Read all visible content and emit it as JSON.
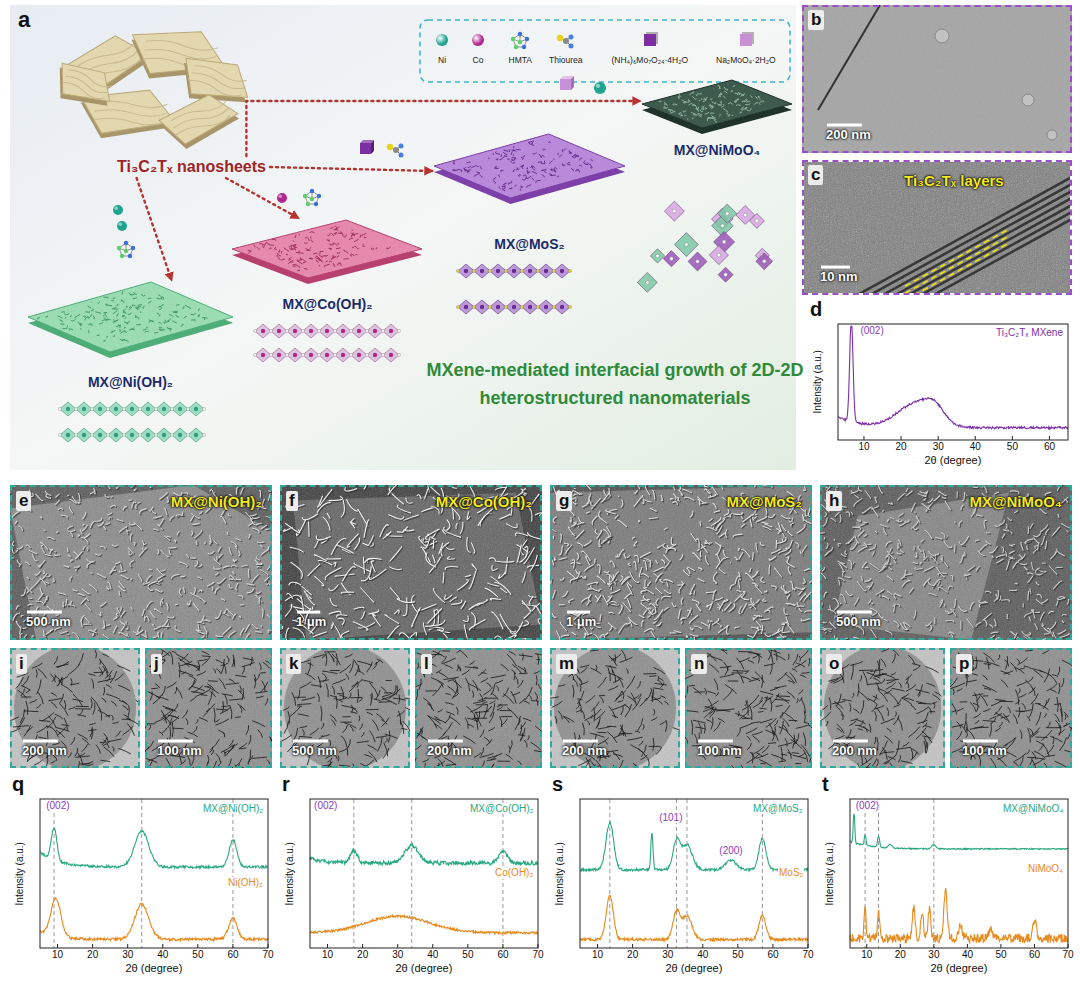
{
  "diagram": {
    "nodes": [
      {
        "text": [
          "a",
          "MXene-mediated interfacial growth of 2D-2D heterostructured nanomaterials"
        ]
      },
      {
        "text": [
          "Ti₃C₂Tₓ nanosheets"
        ],
        "in": 0
      },
      {
        "text": [
          "MX@Ni(OH)₂"
        ],
        "in": 0
      },
      {
        "text": [
          "MX@Co(OH)₂"
        ],
        "in": 0
      },
      {
        "text": [
          "MX@MoS₂"
        ],
        "in": 0
      },
      {
        "text": [
          "MX@NiMoO₄"
        ],
        "in": 0
      },
      {
        "text": [
          "b",
          "200 nm"
        ]
      },
      {
        "text": [
          "c",
          "Ti₃C₂Tₓ layers",
          "10 nm"
        ]
      },
      {
        "text": [
          "e",
          "MX@Ni(OH)₂",
          "500 nm"
        ]
      },
      {
        "text": [
          "f",
          "MX@Co(OH)₂",
          "1 μm"
        ]
      },
      {
        "text": [
          "g",
          "MX@MoS₂",
          "1 μm"
        ]
      },
      {
        "text": [
          "h",
          "MX@NiMoO₄",
          "500 nm"
        ]
      },
      {
        "text": [
          "i",
          "200 nm"
        ]
      },
      {
        "text": [
          "j",
          "100 nm"
        ]
      },
      {
        "text": [
          "k",
          "500 nm"
        ]
      },
      {
        "text": [
          "l",
          "200 nm"
        ]
      },
      {
        "text": [
          "m",
          "200 nm"
        ]
      },
      {
        "text": [
          "n",
          "100 nm"
        ]
      },
      {
        "text": [
          "o",
          "200 nm"
        ]
      },
      {
        "text": [
          "p",
          "100 nm"
        ]
      }
    ],
    "edges": [
      {
        "from": 1,
        "to": 5,
        "arrow": "to"
      },
      {
        "from": 1,
        "to": 4,
        "arrow": "to"
      },
      {
        "from": 1,
        "to": 3,
        "arrow": "to"
      },
      {
        "from": 1,
        "to": 2,
        "arrow": "to"
      }
    ],
    "labels": [
      "d",
      "(002)",
      "Ti₃C₂Tₓ MXene",
      "Intensity (a.u.)",
      "2θ (degree)",
      "10",
      "20",
      "30",
      "40",
      "50",
      "60",
      "q",
      "(002)",
      "MX@Ni(OH)₂",
      "Ni(OH)₂",
      "Intensity (a.u.)",
      "2θ (degree)",
      "10",
      "20",
      "30",
      "40",
      "50",
      "60",
      "70",
      "r",
      "(002)",
      "MX@Co(OH)₂",
      "Co(OH)₂",
      "Intensity (a.u.)",
      "2θ (degree)",
      "10",
      "20",
      "30",
      "40",
      "50",
      "60",
      "70",
      "s",
      "(101)",
      "(200)",
      "MX@MoS₂",
      "MoS₂",
      "Intensity (a.u.)",
      "2θ (degree)",
      "10",
      "20",
      "30",
      "40",
      "50",
      "60",
      "70",
      "t",
      "(002)",
      "MX@NiMoO₄",
      "NiMoO₄",
      "Intensity (a.u.)",
      "2θ (degree)",
      "10",
      "20",
      "30",
      "40",
      "50",
      "60",
      "70"
    ],
    "legend": [
      {
        "text": "Ni",
        "color": "#1fa58f"
      },
      {
        "text": "Co",
        "color": "#b0288f"
      },
      {
        "text": "HMTA"
      },
      {
        "text": "Thiourea"
      },
      {
        "text": "(NH₄)₆Mo₇O₂₄·4H₂O",
        "color": "#7b2fa0"
      },
      {
        "text": "Na₂MoO₄·2H₂O",
        "color": "#c890d8"
      }
    ]
  }
}
